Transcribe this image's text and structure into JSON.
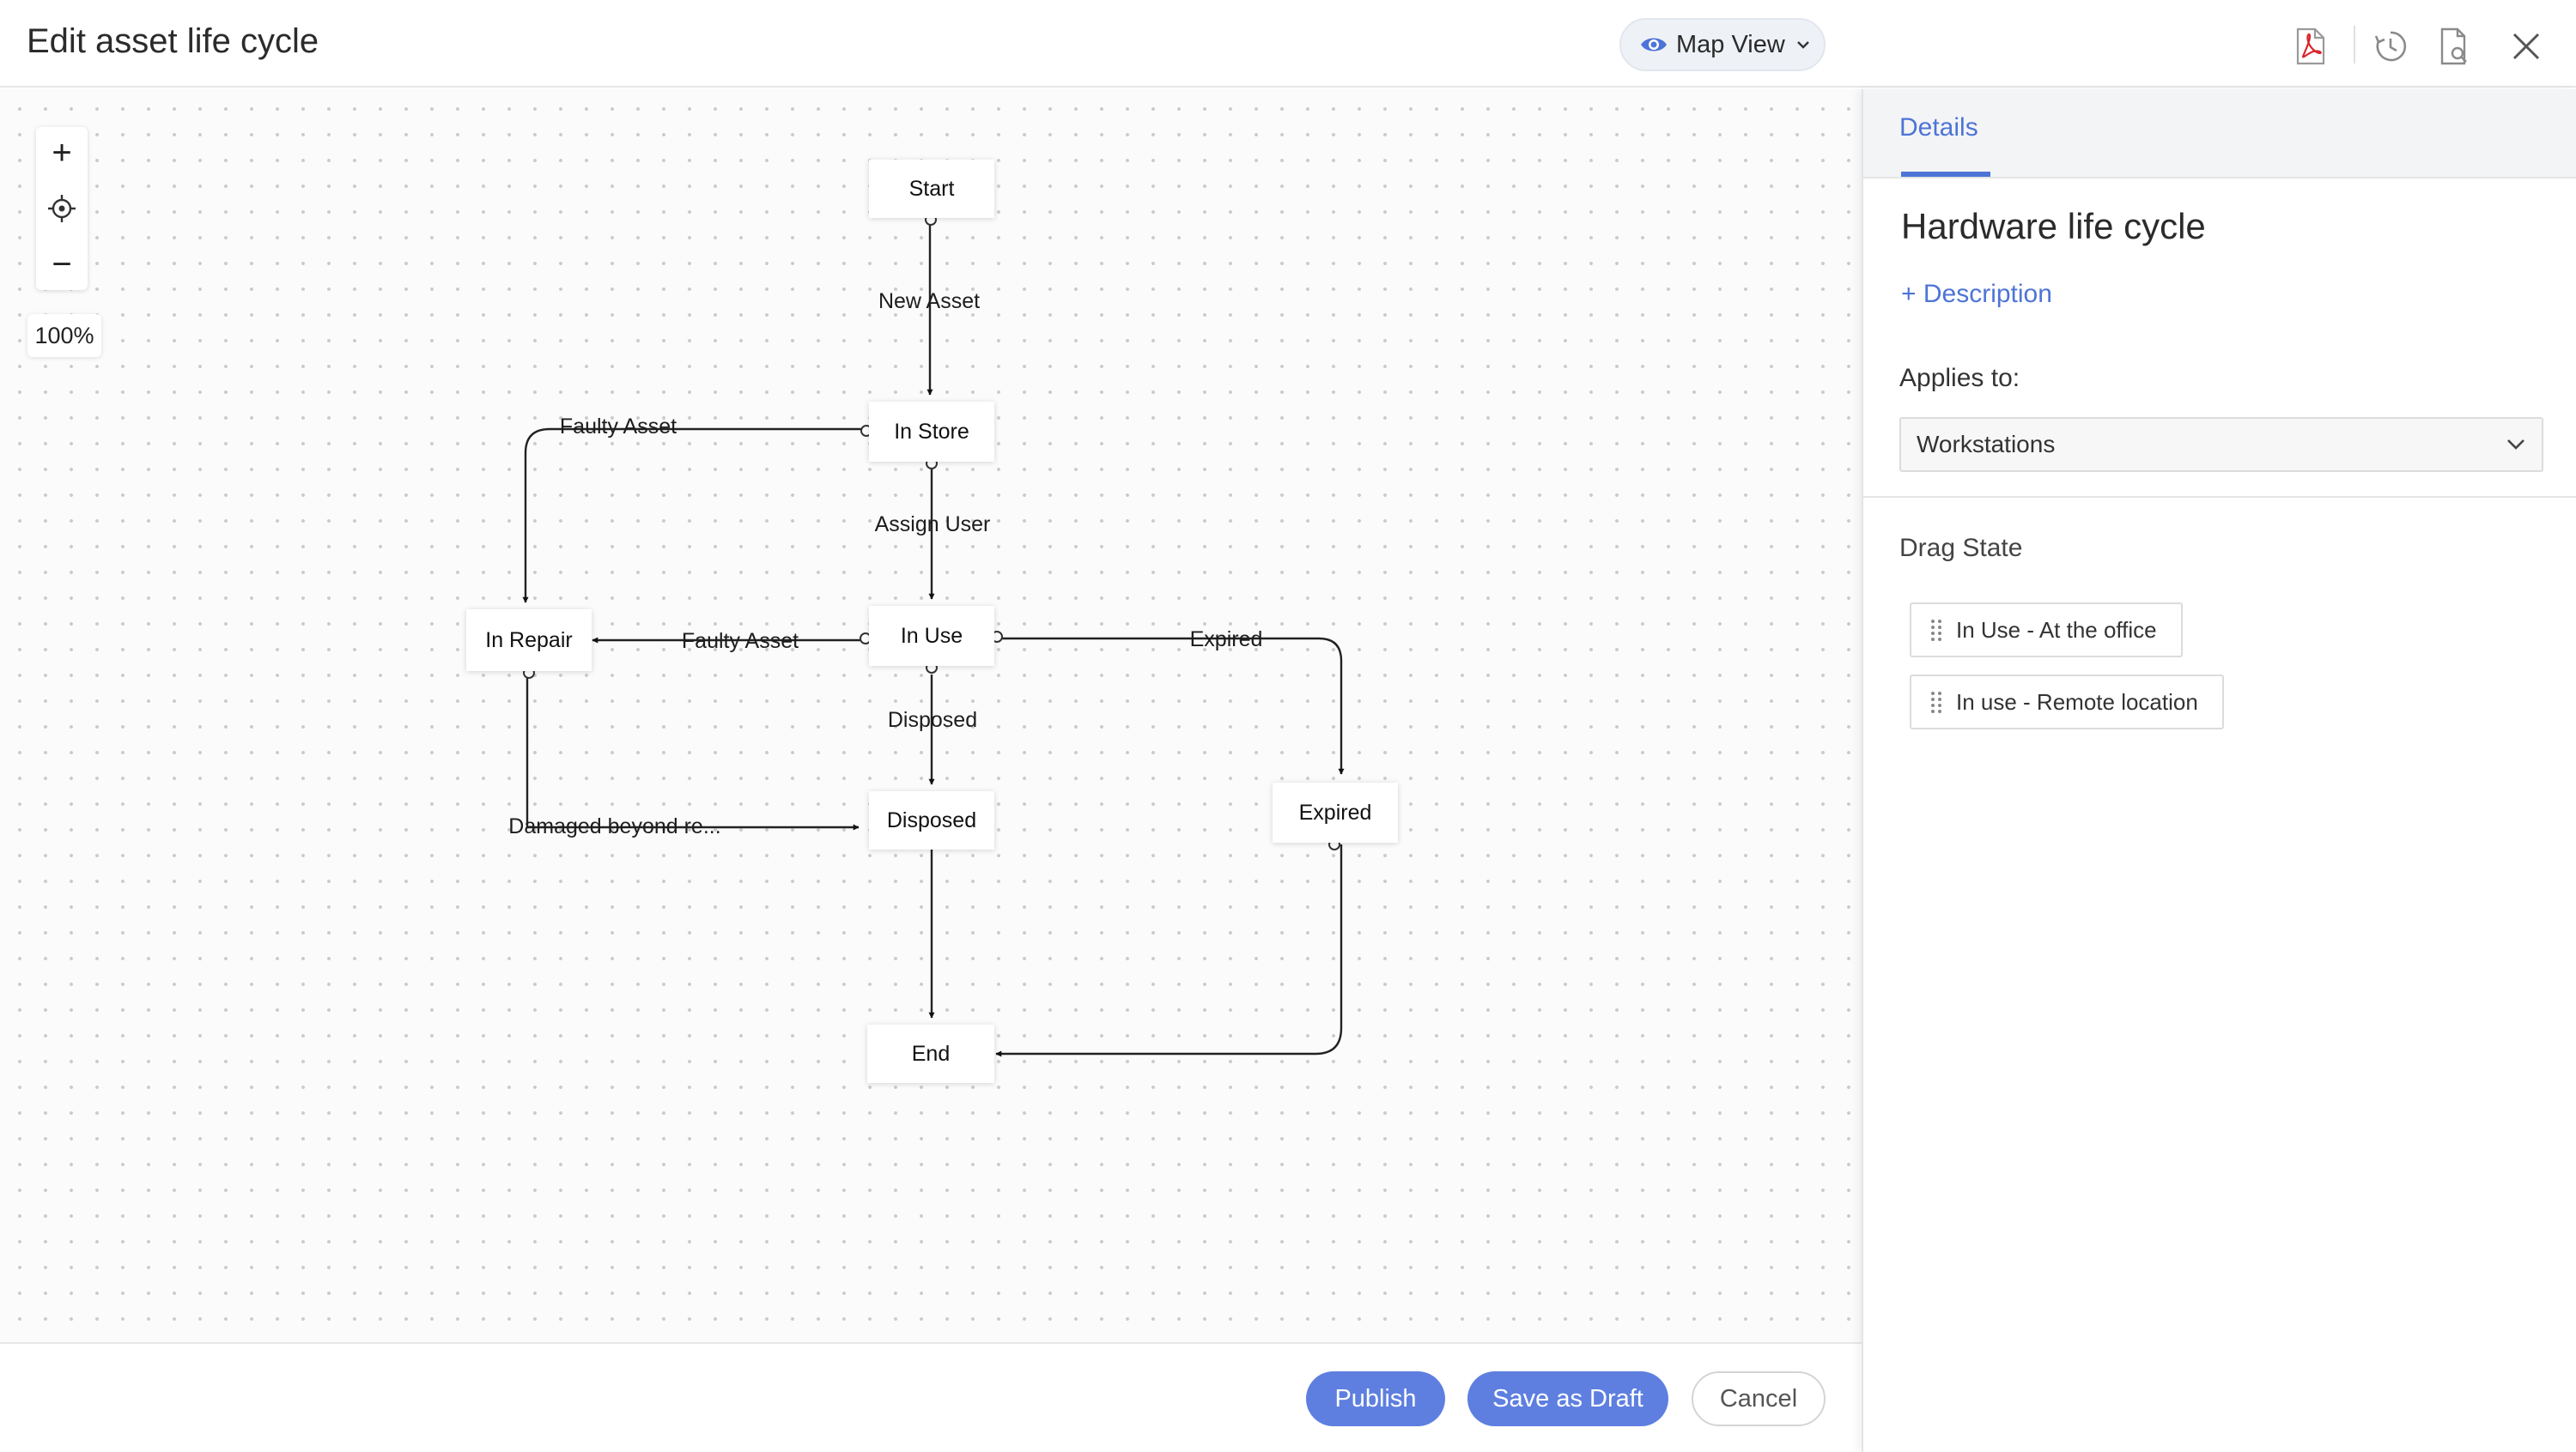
{
  "header": {
    "title": "Edit asset life cycle",
    "view_label": "Map View"
  },
  "canvas": {
    "zoom_in": "+",
    "zoom_out": "−",
    "zoom_level": "100%"
  },
  "states": {
    "start": "Start",
    "in_store": "In Store",
    "in_use": "In Use",
    "in_repair": "In Repair",
    "disposed": "Disposed",
    "expired": "Expired",
    "end": "End"
  },
  "transitions": {
    "new_asset": "New Asset",
    "faulty_asset_store": "Faulty Asset",
    "assign_user": "Assign User",
    "faulty_asset_use": "Faulty Asset",
    "expired": "Expired",
    "disposed": "Disposed",
    "damaged": "Damaged beyond re..."
  },
  "footer": {
    "publish": "Publish",
    "save_draft": "Save as Draft",
    "cancel": "Cancel"
  },
  "panel": {
    "tab_details": "Details",
    "title": "Hardware life cycle",
    "add_description": "+ Description",
    "applies_label": "Applies to:",
    "applies_value": "Workstations",
    "drag_state_label": "Drag State",
    "drag_states": [
      "In Use - At the office",
      "In use - Remote location"
    ]
  },
  "colors": {
    "accent": "#5e7fe0",
    "transition_fill": "#8fdcb5",
    "link": "#4d74d6",
    "pdf_icon": "#d9262c"
  }
}
